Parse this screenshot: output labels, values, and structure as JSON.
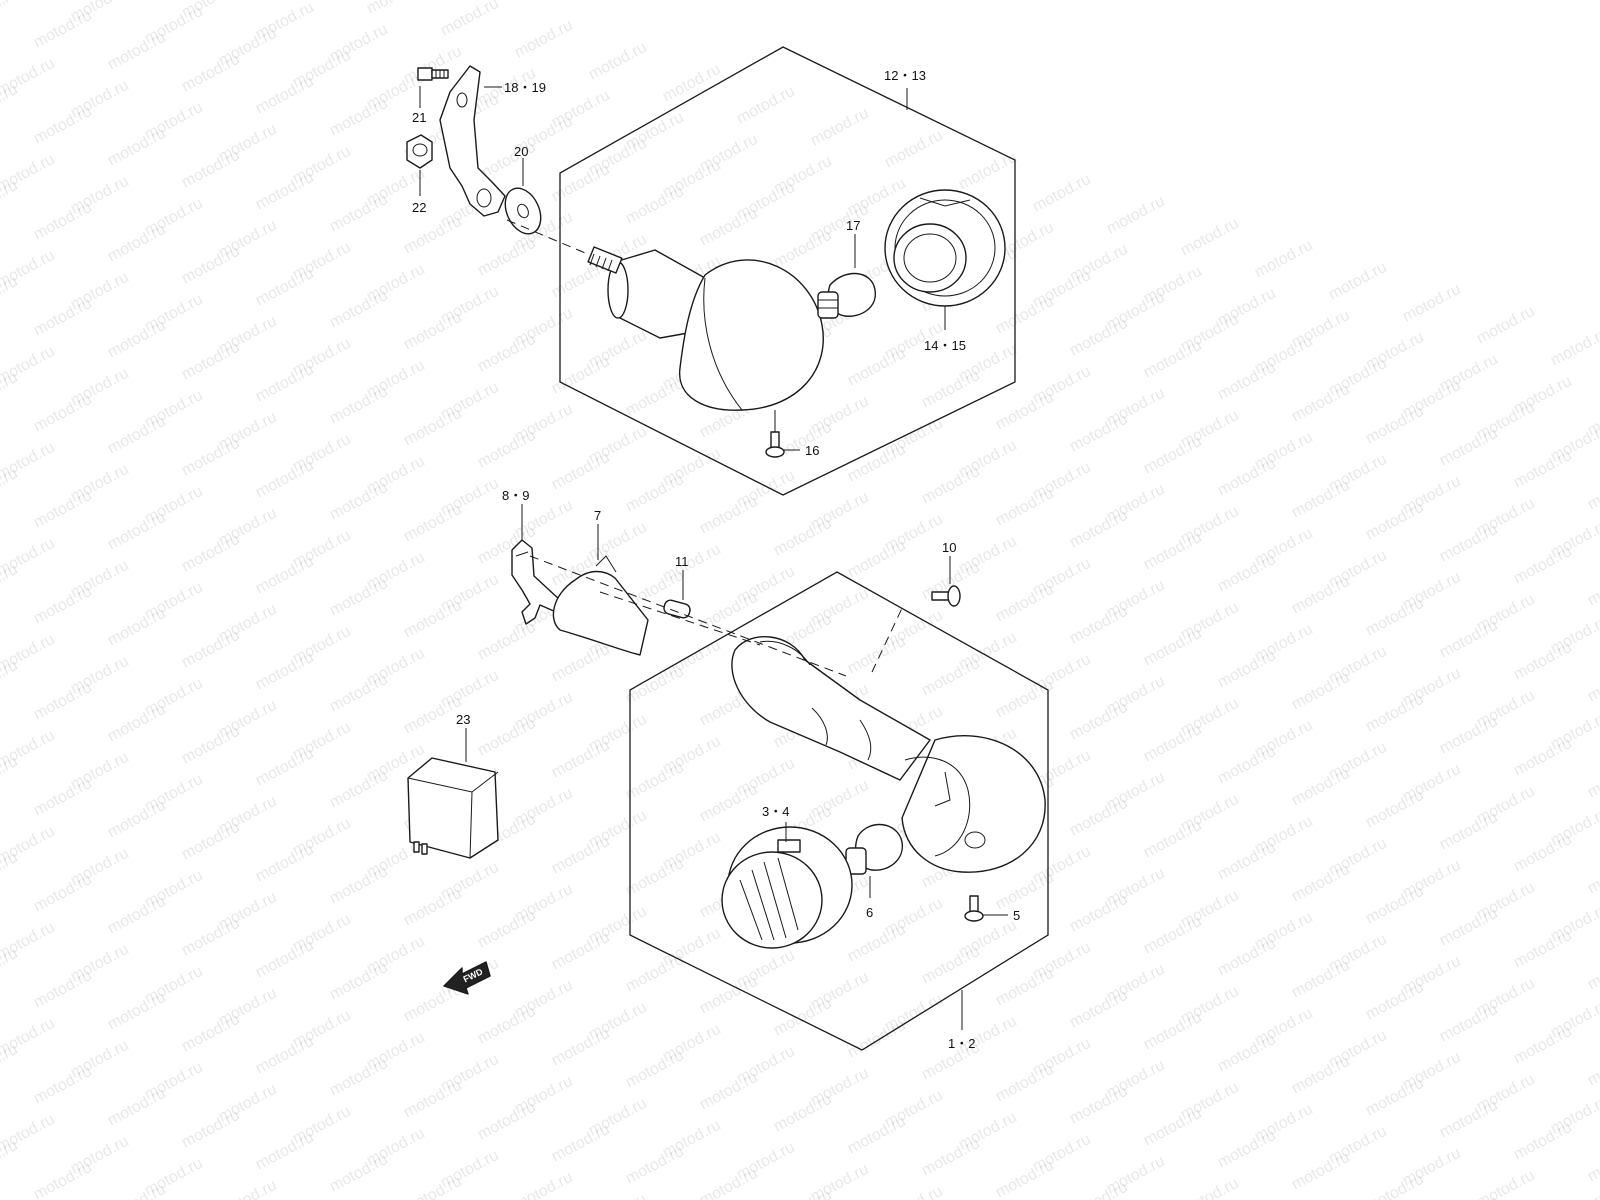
{
  "watermark": {
    "text": "motod.ru"
  },
  "labels": {
    "l18_19": "18・19",
    "l21": "21",
    "l20": "20",
    "l22": "22",
    "l12_13": "12・13",
    "l17": "17",
    "l14_15": "14・15",
    "l16": "16",
    "l8_9": "8・9",
    "l7": "7",
    "l11": "11",
    "l10": "10",
    "l23": "23",
    "l3_4": "3・4",
    "l6": "6",
    "l5": "5",
    "l1_2": "1・2",
    "fwd": "FWD"
  },
  "colors": {
    "line": "#1a1a1a",
    "background": "#ffffff",
    "watermark": "#9a9a9a"
  }
}
